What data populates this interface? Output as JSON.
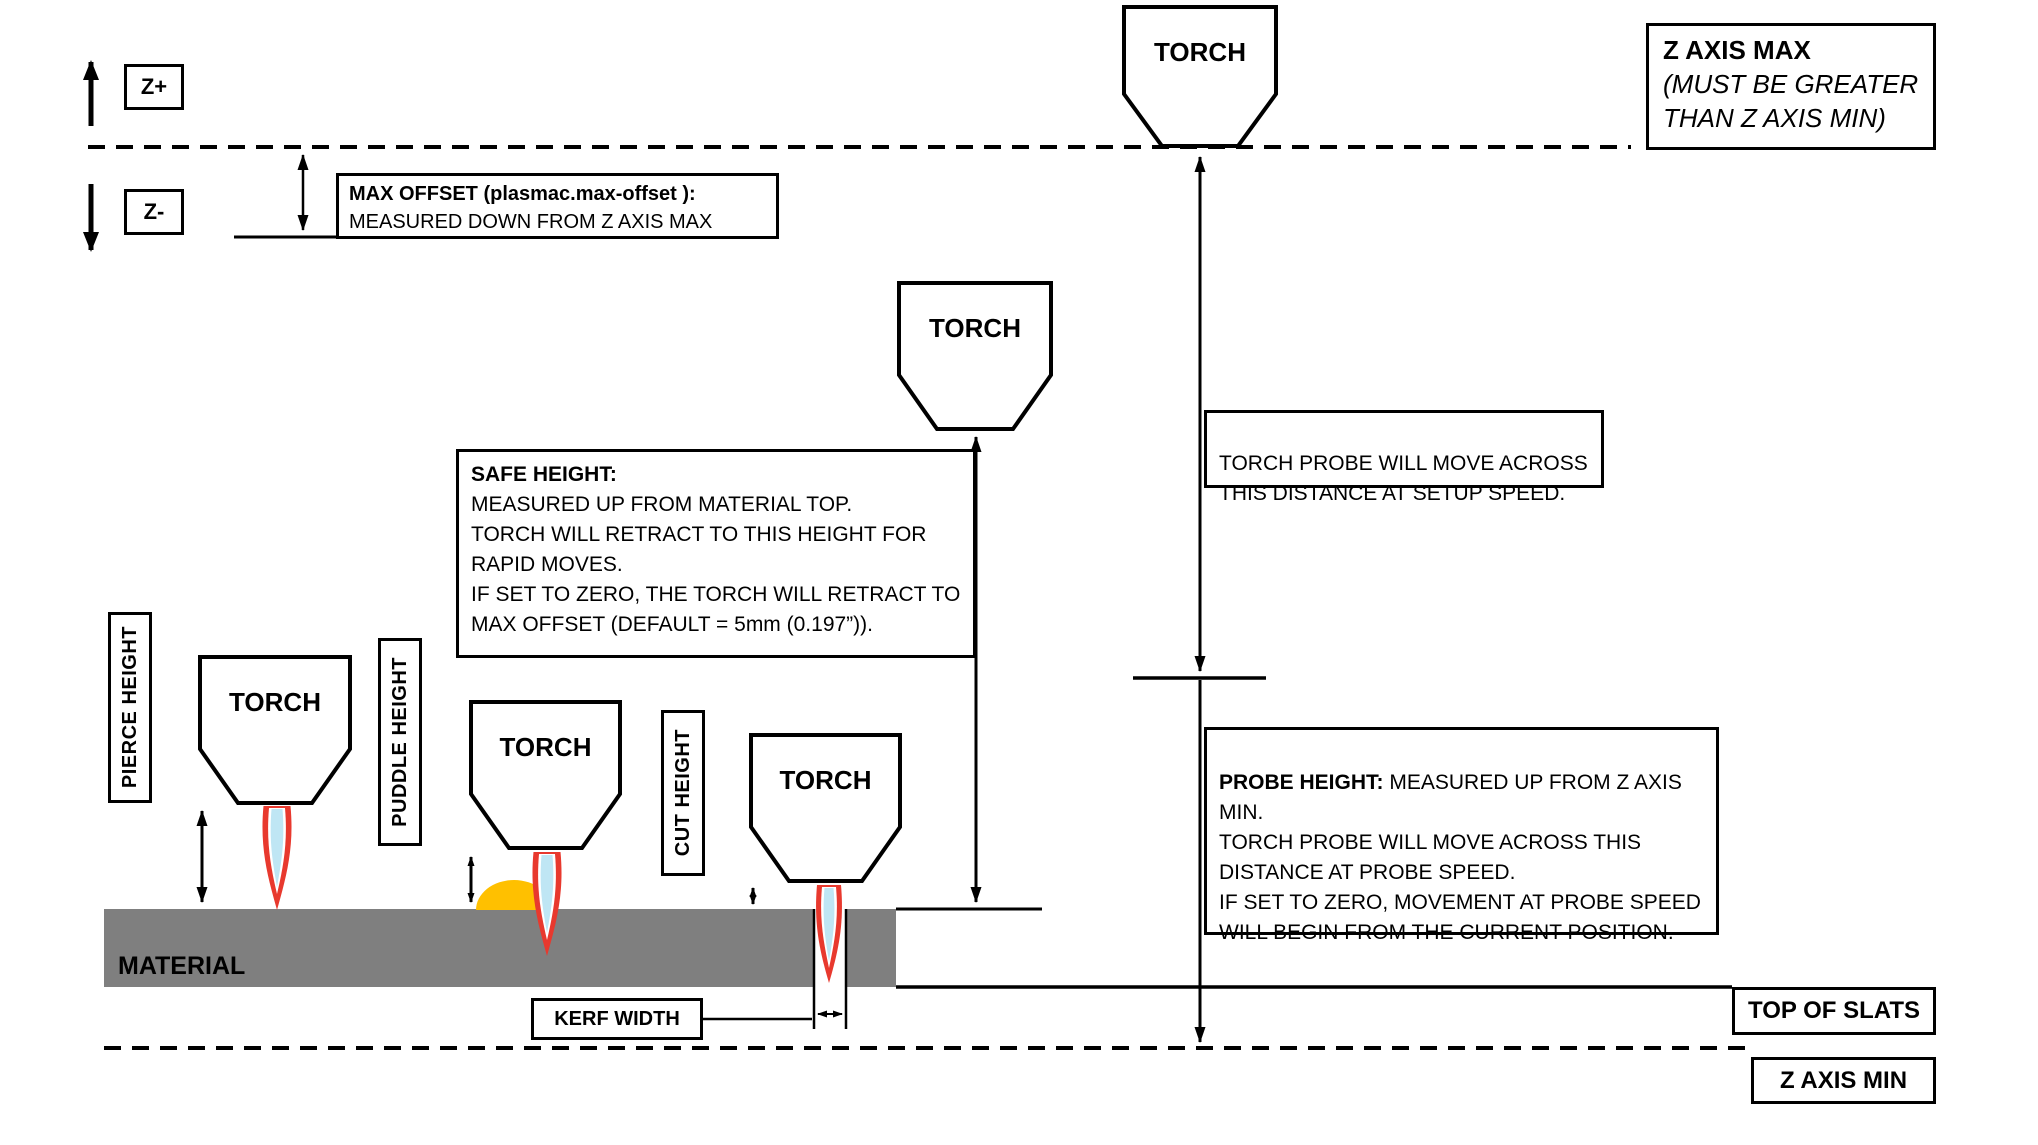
{
  "colors": {
    "background": "#ffffff",
    "line": "#000000",
    "material_fill": "#7f7f7f",
    "flame_outer": "#e8392e",
    "flame_core": "#bfe6f4",
    "puddle": "#ffc000"
  },
  "labels": {
    "torch": "TORCH",
    "z_plus": "Z+",
    "z_minus": "Z-",
    "material": "MATERIAL",
    "kerf_width": "KERF WIDTH",
    "top_of_slats": "TOP OF SLATS",
    "z_axis_min": "Z AXIS MIN"
  },
  "vertical_labels": {
    "pierce": "PIERCE HEIGHT",
    "puddle": "PUDDLE HEIGHT",
    "cut": "CUT HEIGHT"
  },
  "z_axis_max_box": {
    "title": "Z AXIS MAX",
    "subtitle": "(MUST BE GREATER\nTHAN Z AXIS MIN)"
  },
  "max_offset_box": {
    "title": "MAX OFFSET (plasmac.max-offset ):",
    "body": "MEASURED DOWN FROM Z AXIS MAX"
  },
  "safe_height_box": {
    "title": "SAFE HEIGHT:",
    "body": "MEASURED UP FROM MATERIAL TOP.\nTORCH WILL RETRACT TO THIS HEIGHT FOR\nRAPID MOVES.\nIF SET TO ZERO, THE TORCH WILL RETRACT TO\nMAX OFFSET (DEFAULT = 5mm (0.197”))."
  },
  "torch_probe_box": {
    "body": "TORCH PROBE WILL MOVE ACROSS\nTHIS DISTANCE AT SETUP SPEED."
  },
  "probe_height_box": {
    "title": "PROBE HEIGHT:",
    "body": " MEASURED UP FROM Z AXIS\nMIN.\nTORCH PROBE WILL MOVE ACROSS THIS\nDISTANCE AT PROBE SPEED.\nIF SET TO ZERO,  MOVEMENT AT PROBE SPEED\nWILL BEGIN FROM THE CURRENT POSITION."
  }
}
